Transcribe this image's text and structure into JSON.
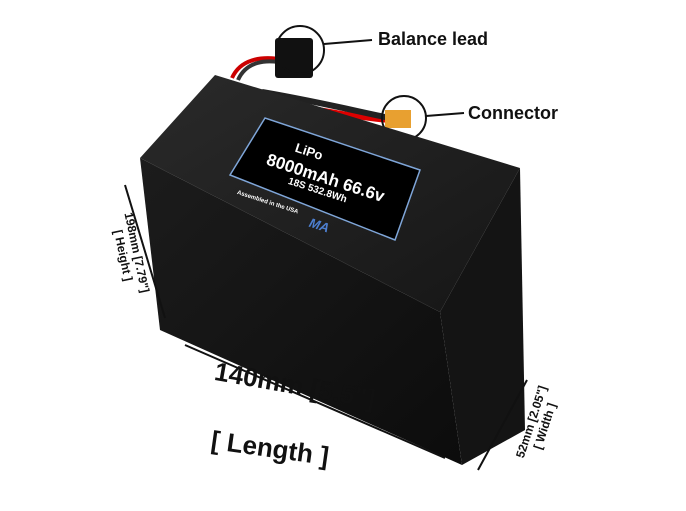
{
  "callouts": {
    "balance_lead": "Balance lead",
    "connector": "Connector"
  },
  "label": {
    "chemistry": "LiPo",
    "capacity_voltage": "8000mAh 66.6v",
    "config_energy": "18S 532.8Wh",
    "assembled": "Assembled in the USA",
    "logo": "MA"
  },
  "dimensions": {
    "height": "198mm [7.79\"]",
    "height_name": "[ Height ]",
    "length": "140mm [5.5\"]",
    "length_name": "[ Length ]",
    "width": "52mm [2.05\"]",
    "width_name": "[ Width ]"
  }
}
